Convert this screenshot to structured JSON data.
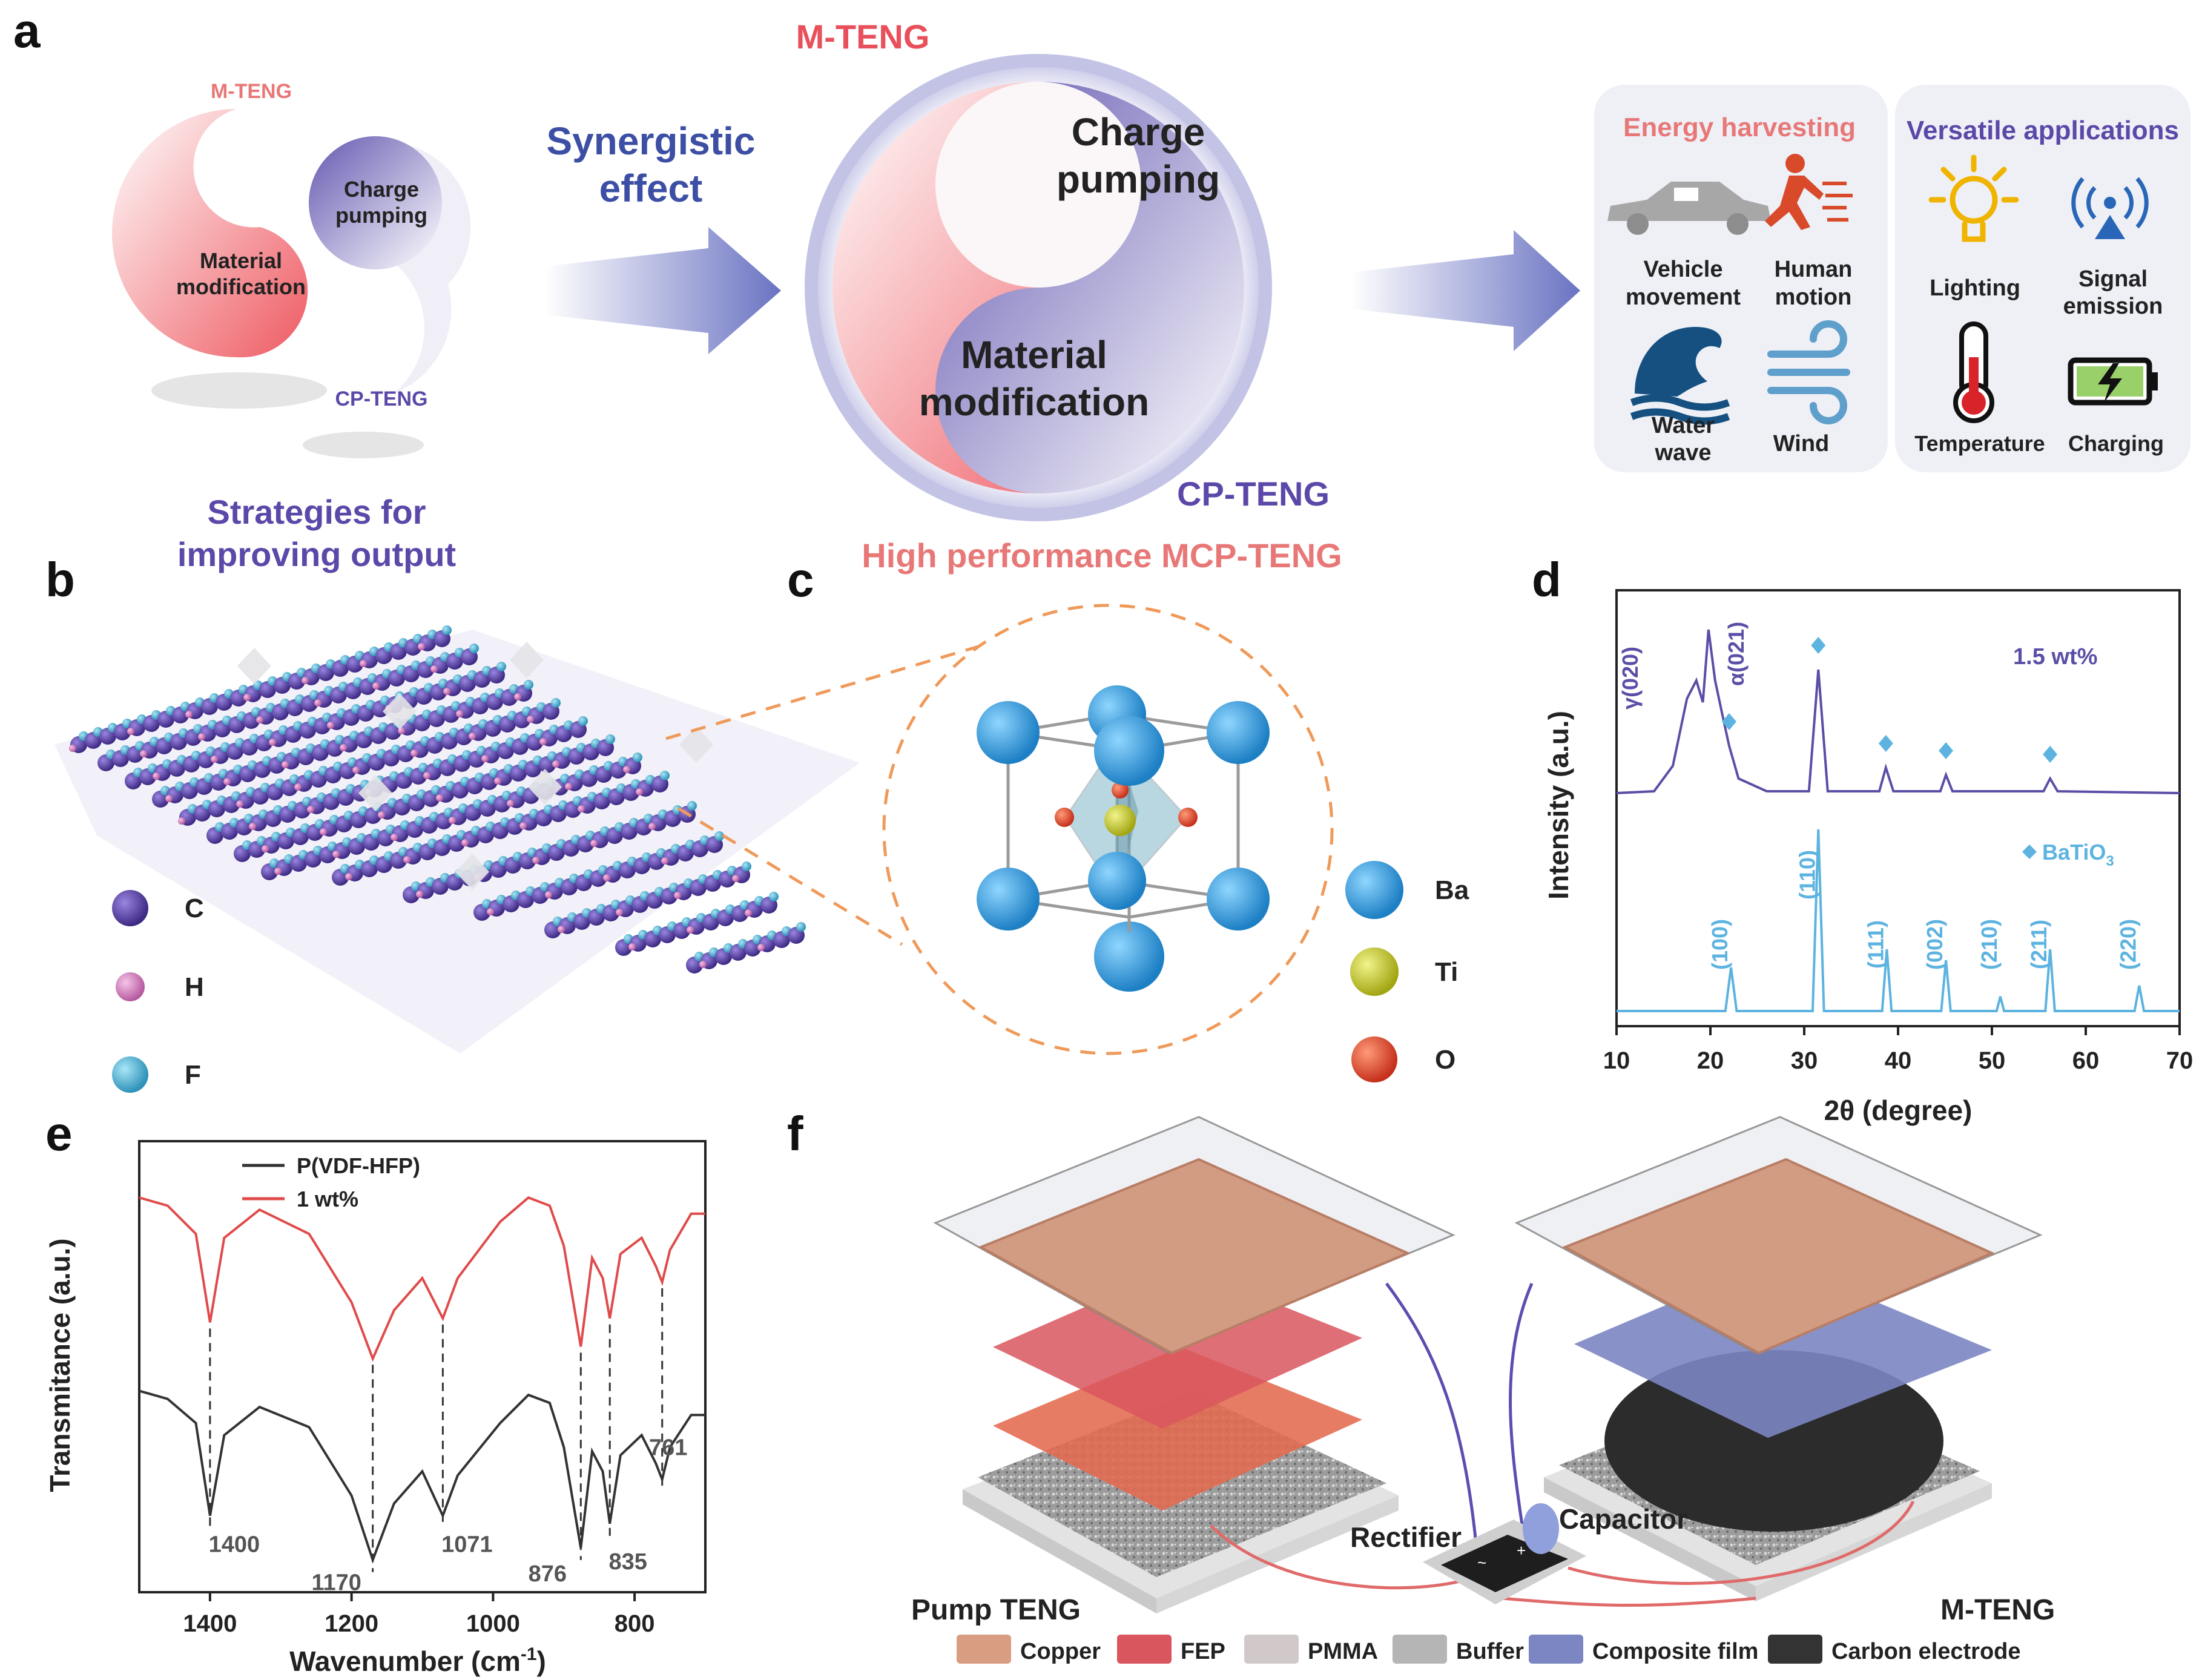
{
  "panels": {
    "a": {
      "letter": "a",
      "small_yinyang": {
        "top_label": "M-TENG",
        "red_label_1": "Material",
        "red_label_2": "modification",
        "blue_label_1": "Charge",
        "blue_label_2": "pumping",
        "bottom_label": "CP-TENG"
      },
      "caption_1": "Strategies for",
      "caption_2": "improving output",
      "arrow1_text_1": "Synergistic",
      "arrow1_text_2": "effect",
      "big_yinyang": {
        "top_label": "M-TENG",
        "blue_label_1": "Charge",
        "blue_label_2": "pumping",
        "red_label_1": "Material",
        "red_label_2": "modification",
        "bottom_label": "CP-TENG"
      },
      "big_caption": "High performance MCP-TENG",
      "energy_box": {
        "title": "Energy harvesting",
        "items": [
          {
            "label_1": "Vehicle",
            "label_2": "movement",
            "icon": "car-icon"
          },
          {
            "label_1": "Human",
            "label_2": "motion",
            "icon": "running-person-icon"
          },
          {
            "label_1": "Water",
            "label_2": "wave",
            "icon": "wave-icon"
          },
          {
            "label_1": "Wind",
            "label_2": "",
            "icon": "wind-icon"
          }
        ]
      },
      "apps_box": {
        "title": "Versatile applications",
        "items": [
          {
            "label_1": "Lighting",
            "label_2": "",
            "icon": "lightbulb-icon"
          },
          {
            "label_1": "Signal",
            "label_2": "emission",
            "icon": "signal-icon"
          },
          {
            "label_1": "Temperature",
            "label_2": "",
            "icon": "thermometer-icon"
          },
          {
            "label_1": "Charging",
            "label_2": "",
            "icon": "battery-icon"
          }
        ]
      },
      "colors": {
        "red": "#e8505b",
        "blue": "#5a4fa6",
        "title_red": "#e87878",
        "title_blue": "#5b48a8"
      }
    },
    "b": {
      "letter": "b",
      "legend": [
        {
          "label": "C",
          "color": "#5b3f9e"
        },
        {
          "label": "H",
          "color": "#d37fc0"
        },
        {
          "label": "F",
          "color": "#4fb6d8"
        }
      ]
    },
    "c": {
      "letter": "c",
      "legend": [
        {
          "label": "Ba",
          "color": "#2f9fe0"
        },
        {
          "label": "Ti",
          "color": "#c9cc2a"
        },
        {
          "label": "O",
          "color": "#e2462a"
        }
      ]
    },
    "d": {
      "letter": "d"
    },
    "e": {
      "letter": "e"
    },
    "f": {
      "letter": "f",
      "label_left": "Pump TENG",
      "label_right": "M-TENG",
      "label_rectifier": "Rectifier",
      "label_capacitor": "Capacitor",
      "legend": [
        {
          "label": "Copper",
          "color": "#d99d82"
        },
        {
          "label": "FEP",
          "color": "#d9565e"
        },
        {
          "label": "PMMA",
          "color": "#d1c9c9"
        },
        {
          "label": "Buffer",
          "color": "#b5b5b5"
        },
        {
          "label": "Composite film",
          "color": "#7b86c2"
        },
        {
          "label": "Carbon electrode",
          "color": "#333333"
        }
      ]
    }
  },
  "chart_data": [
    {
      "panel": "d",
      "type": "line",
      "xlabel": "2θ (degree)",
      "ylabel": "Intensity (a.u.)",
      "xlim": [
        10,
        70
      ],
      "xticks": [
        10,
        20,
        30,
        40,
        50,
        60,
        70
      ],
      "series": [
        {
          "name": "1.5 wt%",
          "color": "#5a4fa6",
          "points": [
            [
              10,
              0.1
            ],
            [
              14,
              0.11
            ],
            [
              16,
              0.25
            ],
            [
              17.5,
              0.62
            ],
            [
              18.5,
              0.72
            ],
            [
              19.2,
              0.6
            ],
            [
              19.8,
              1.0
            ],
            [
              20.5,
              0.72
            ],
            [
              21.2,
              0.55
            ],
            [
              22,
              0.36
            ],
            [
              23,
              0.18
            ],
            [
              26,
              0.11
            ],
            [
              30.5,
              0.11
            ],
            [
              31.5,
              0.78
            ],
            [
              32.5,
              0.11
            ],
            [
              38,
              0.11
            ],
            [
              38.7,
              0.24
            ],
            [
              39.5,
              0.11
            ],
            [
              44.5,
              0.11
            ],
            [
              45.1,
              0.2
            ],
            [
              45.8,
              0.11
            ],
            [
              55.5,
              0.11
            ],
            [
              56.2,
              0.18
            ],
            [
              57,
              0.11
            ],
            [
              70,
              0.1
            ]
          ]
        },
        {
          "name": "BaTiO3",
          "color": "#5db3e0",
          "points": [
            [
              10,
              0.0
            ],
            [
              21.6,
              0.0
            ],
            [
              22.2,
              0.24
            ],
            [
              22.8,
              0.0
            ],
            [
              30.9,
              0.0
            ],
            [
              31.5,
              1.0
            ],
            [
              32.1,
              0.0
            ],
            [
              38.3,
              0.0
            ],
            [
              38.8,
              0.34
            ],
            [
              39.3,
              0.0
            ],
            [
              44.6,
              0.0
            ],
            [
              45.1,
              0.28
            ],
            [
              45.6,
              0.0
            ],
            [
              50.5,
              0.0
            ],
            [
              50.9,
              0.08
            ],
            [
              51.3,
              0.0
            ],
            [
              55.7,
              0.0
            ],
            [
              56.2,
              0.34
            ],
            [
              56.7,
              0.0
            ],
            [
              65.2,
              0.0
            ],
            [
              65.7,
              0.14
            ],
            [
              66.2,
              0.0
            ],
            [
              70,
              0.0
            ]
          ]
        }
      ],
      "annotations": [
        "γ(020)",
        "α(021)"
      ],
      "peak_labels": [
        {
          "x": 22.2,
          "label": "(100)"
        },
        {
          "x": 31.5,
          "label": "(110)"
        },
        {
          "x": 38.8,
          "label": "(111)"
        },
        {
          "x": 45.1,
          "label": "(002)"
        },
        {
          "x": 50.9,
          "label": "(210)"
        },
        {
          "x": 56.2,
          "label": "(211)"
        },
        {
          "x": 65.7,
          "label": "(220)"
        }
      ],
      "diamond_peaks": [
        22,
        31.5,
        38.7,
        45.1,
        56.2
      ],
      "legend_label_1": "1.5 wt%",
      "legend_label_2": "BaTiO",
      "legend_label_2_sub": "3"
    },
    {
      "panel": "e",
      "type": "line",
      "xlabel": "Wavenumber (cm",
      "xlabel_sup": "-1",
      "xlabel_end": ")",
      "ylabel": "Transmitance (a.u.)",
      "xlim": [
        1500,
        700
      ],
      "xticks": [
        1400,
        1200,
        1000,
        800
      ],
      "series": [
        {
          "name": "P(VDF-HFP)",
          "color": "#333333",
          "points": [
            [
              1500,
              0.44
            ],
            [
              1460,
              0.42
            ],
            [
              1420,
              0.36
            ],
            [
              1400,
              0.13
            ],
            [
              1380,
              0.33
            ],
            [
              1330,
              0.4
            ],
            [
              1260,
              0.35
            ],
            [
              1200,
              0.18
            ],
            [
              1170,
              0.02
            ],
            [
              1140,
              0.16
            ],
            [
              1100,
              0.24
            ],
            [
              1071,
              0.13
            ],
            [
              1050,
              0.23
            ],
            [
              990,
              0.36
            ],
            [
              950,
              0.43
            ],
            [
              920,
              0.41
            ],
            [
              900,
              0.3
            ],
            [
              876,
              0.05
            ],
            [
              860,
              0.29
            ],
            [
              845,
              0.24
            ],
            [
              835,
              0.11
            ],
            [
              820,
              0.28
            ],
            [
              790,
              0.33
            ],
            [
              770,
              0.26
            ],
            [
              761,
              0.22
            ],
            [
              750,
              0.3
            ],
            [
              720,
              0.38
            ],
            [
              700,
              0.38
            ]
          ]
        },
        {
          "name": "1 wt%",
          "color": "#e04a4a",
          "points": [
            [
              1500,
              0.92
            ],
            [
              1460,
              0.9
            ],
            [
              1420,
              0.83
            ],
            [
              1400,
              0.61
            ],
            [
              1380,
              0.82
            ],
            [
              1330,
              0.89
            ],
            [
              1260,
              0.83
            ],
            [
              1200,
              0.66
            ],
            [
              1170,
              0.52
            ],
            [
              1140,
              0.64
            ],
            [
              1100,
              0.72
            ],
            [
              1071,
              0.62
            ],
            [
              1050,
              0.72
            ],
            [
              990,
              0.86
            ],
            [
              950,
              0.92
            ],
            [
              920,
              0.9
            ],
            [
              900,
              0.8
            ],
            [
              876,
              0.55
            ],
            [
              860,
              0.77
            ],
            [
              845,
              0.72
            ],
            [
              835,
              0.62
            ],
            [
              820,
              0.78
            ],
            [
              790,
              0.82
            ],
            [
              770,
              0.75
            ],
            [
              761,
              0.71
            ],
            [
              750,
              0.79
            ],
            [
              720,
              0.88
            ],
            [
              700,
              0.88
            ]
          ]
        }
      ],
      "peak_labels": [
        {
          "x": 1400,
          "label": "1400"
        },
        {
          "x": 1170,
          "label": "1170"
        },
        {
          "x": 1071,
          "label": "1071"
        },
        {
          "x": 876,
          "label": "876"
        },
        {
          "x": 835,
          "label": "835"
        },
        {
          "x": 761,
          "label": "761"
        }
      ]
    }
  ]
}
